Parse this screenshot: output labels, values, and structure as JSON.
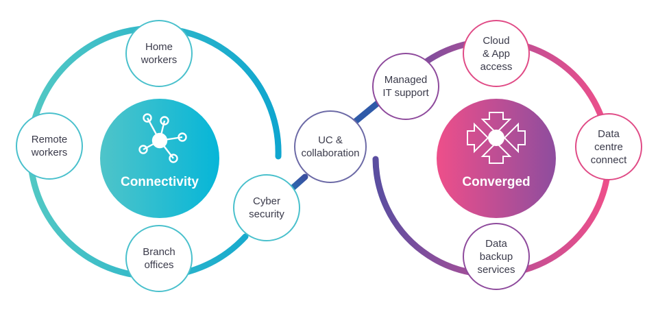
{
  "left_cluster": {
    "hub_label": "Connectivity",
    "nodes": {
      "home": "Home\nworkers",
      "remote": "Remote\nworkers",
      "branch": "Branch\noffices",
      "cyber": "Cyber\nsecurity"
    }
  },
  "bridge": {
    "uc": "UC &\ncollaboration"
  },
  "right_cluster": {
    "hub_label": "Converged",
    "nodes": {
      "managed": "Managed\nIT support",
      "cloud": "Cloud\n& App\naccess",
      "datacentre": "Data\ncentre\nconnect",
      "backup": "Data\nbackup\nservices"
    }
  },
  "colors": {
    "teal_light": "#4ec5c6",
    "teal_dark": "#12a9cf",
    "navy": "#2f5aa8",
    "purple": "#8e4a9c",
    "pink": "#ec4f8a"
  }
}
